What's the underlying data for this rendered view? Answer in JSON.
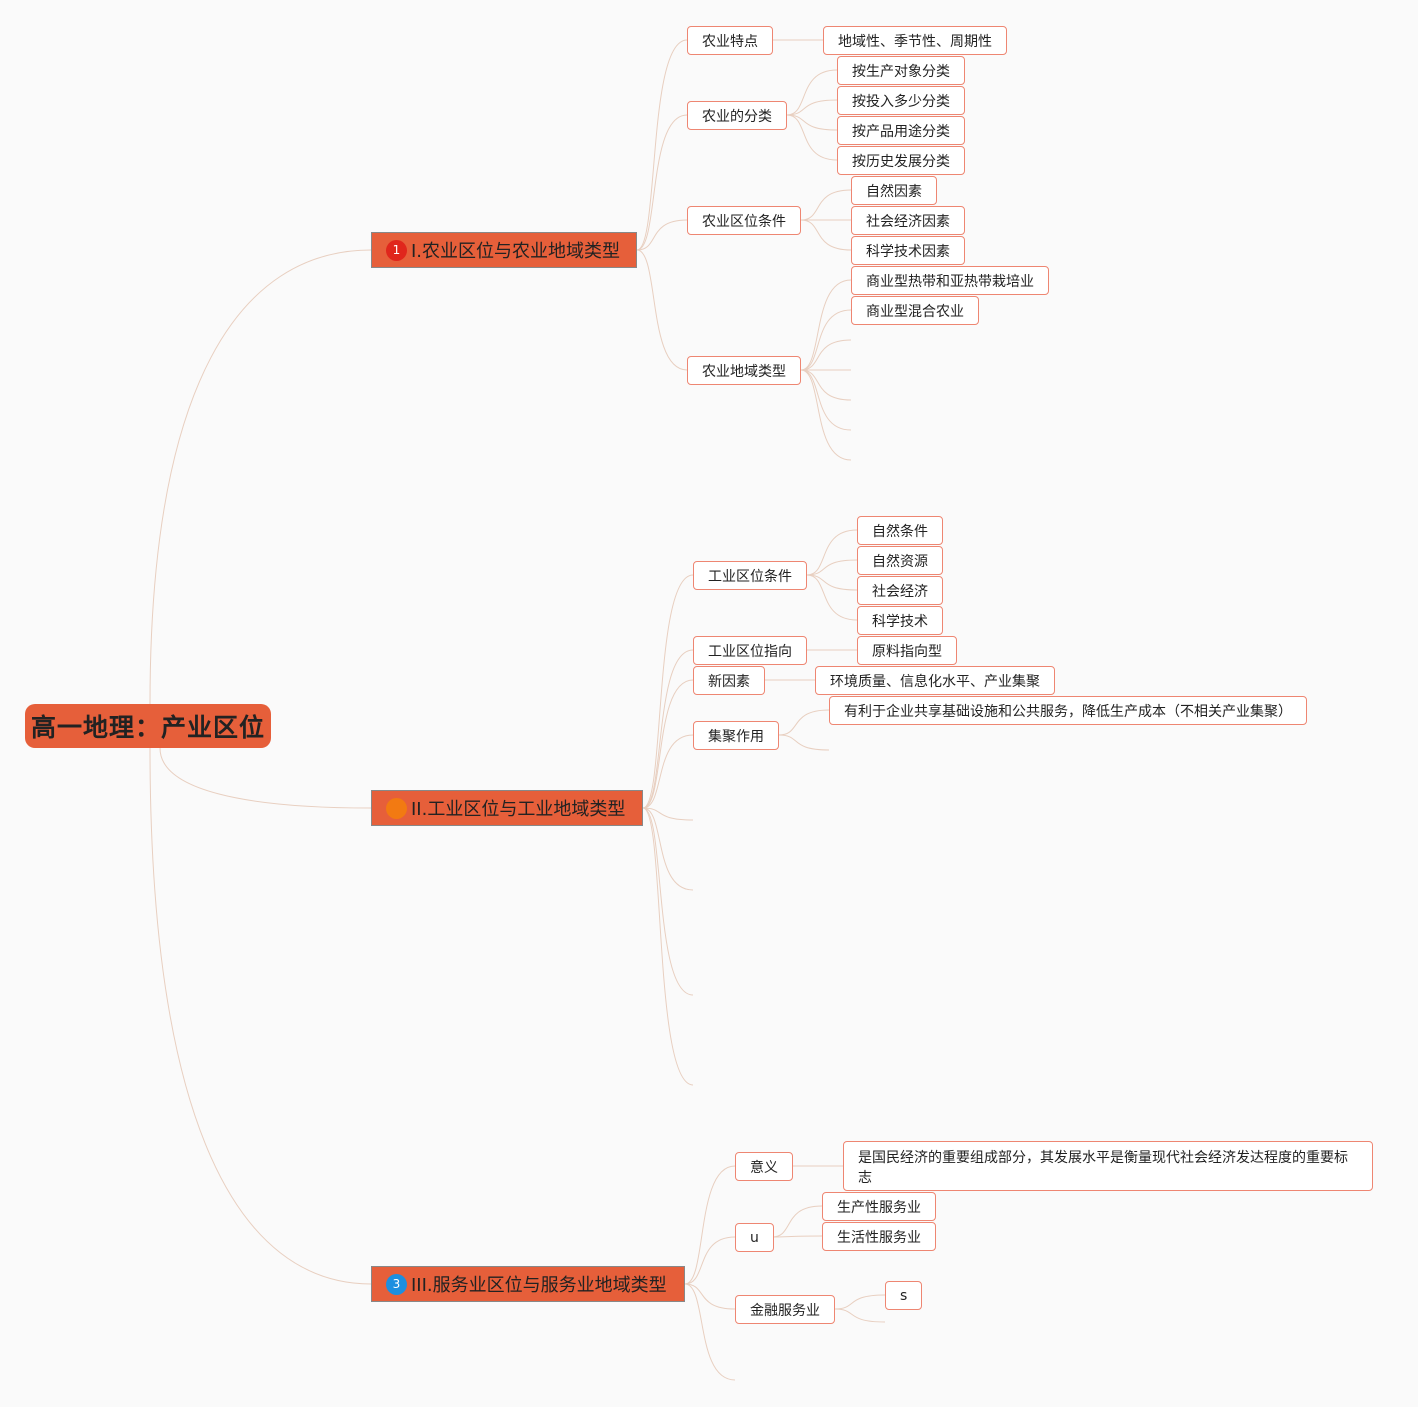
{
  "root": "高一地理：产业区位",
  "branches": [
    {
      "marker": "1",
      "marker_color": "#e0261c",
      "label": "I.农业区位与农业地域类型",
      "topics": [
        {
          "label": "农业特点",
          "children": [
            "地域性、季节性、周期性"
          ]
        },
        {
          "label": "农业的分类",
          "children": [
            "按生产对象分类",
            "按投入多少分类",
            "按产品用途分类",
            "按历史发展分类"
          ]
        },
        {
          "label": "农业区位条件",
          "children": [
            "自然因素",
            "社会经济因素",
            "科学技术因素"
          ]
        },
        {
          "label": "农业地域类型",
          "children": [
            "商业型热带和亚热带栽培业",
            "商业型混合农业"
          ]
        }
      ]
    },
    {
      "marker": "",
      "marker_color": "#f27a12",
      "label": "II.工业区位与工业地域类型",
      "topics": [
        {
          "label": "工业区位条件",
          "children": [
            "自然条件",
            "自然资源",
            "社会经济",
            "科学技术"
          ]
        },
        {
          "label": "工业区位指向",
          "children": [
            "原料指向型"
          ]
        },
        {
          "label": "新因素",
          "children": [
            "环境质量、信息化水平、产业集聚"
          ]
        },
        {
          "label": "集聚作用",
          "children": [
            "有利于企业共享基础设施和公共服务，降低生产成本（不相关产业集聚）"
          ]
        }
      ]
    },
    {
      "marker": "3",
      "marker_color": "#1d8fe0",
      "label": "III.服务业区位与服务业地域类型",
      "topics": [
        {
          "label": "意义",
          "children": [
            "是国民经济的重要组成部分，其发展水平是衡量现代社会经济发达程度的重要标志"
          ]
        },
        {
          "label": "u",
          "children": [
            "生产性服务业",
            "生活性服务业"
          ]
        },
        {
          "label": "金融服务业",
          "children": [
            "s"
          ]
        }
      ]
    }
  ],
  "colors": {
    "root_fill": "#e65f3a",
    "branch_fill": "#e65f3a",
    "leaf_border": "#ee8672",
    "link": "#e8cfc0",
    "background": "#fafafa"
  }
}
